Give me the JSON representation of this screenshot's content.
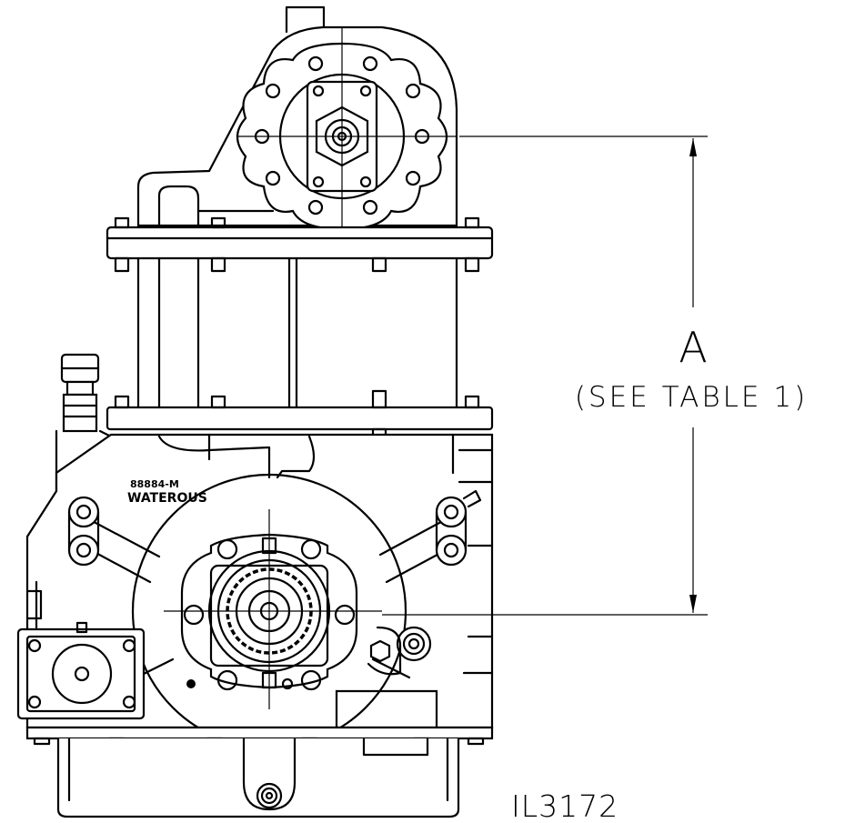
{
  "dimension": {
    "letter": "A",
    "note": "(SEE TABLE 1)"
  },
  "casting": {
    "part_number": "88884-M",
    "brand": "WATEROUS"
  },
  "illustration_id": "IL3172"
}
